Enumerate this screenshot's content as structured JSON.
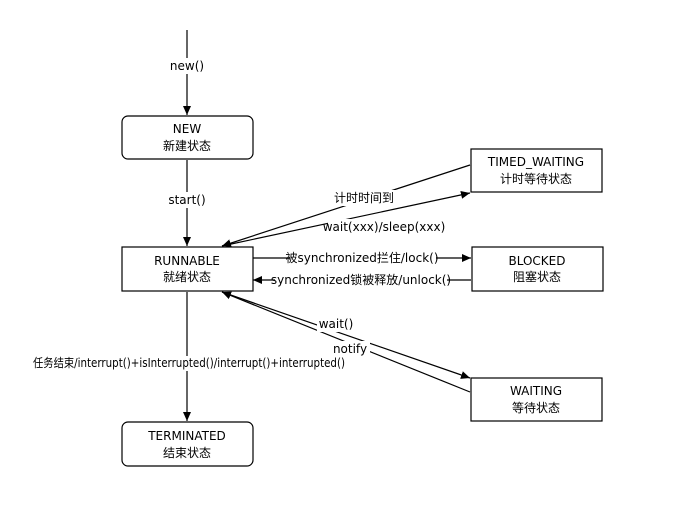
{
  "states": {
    "new": {
      "name": "NEW",
      "desc": "新建状态"
    },
    "runnable": {
      "name": "RUNNABLE",
      "desc": "就绪状态"
    },
    "terminated": {
      "name": "TERMINATED",
      "desc": "结束状态"
    },
    "timed_waiting": {
      "name": "TIMED_WAITING",
      "desc": "计时等待状态"
    },
    "blocked": {
      "name": "BLOCKED",
      "desc": "阻塞状态"
    },
    "waiting": {
      "name": "WAITING",
      "desc": "等待状态"
    }
  },
  "transitions": {
    "init_to_new": "new()",
    "new_to_runnable": "start()",
    "timed_waiting_to_runnable": "计时时间到",
    "runnable_to_timed_waiting": "wait(xxx)/sleep(xxx)",
    "runnable_to_blocked": "被synchronized拦住/lock()",
    "blocked_to_runnable": "synchronized锁被释放/unlock()",
    "runnable_to_waiting": "wait()",
    "waiting_to_runnable": "notify",
    "runnable_to_terminated": "任务结束/interrupt()+isInterrupted()/interrupt()+interrupted()"
  },
  "colors": {
    "stroke": "#000000",
    "fill": "#ffffff"
  }
}
